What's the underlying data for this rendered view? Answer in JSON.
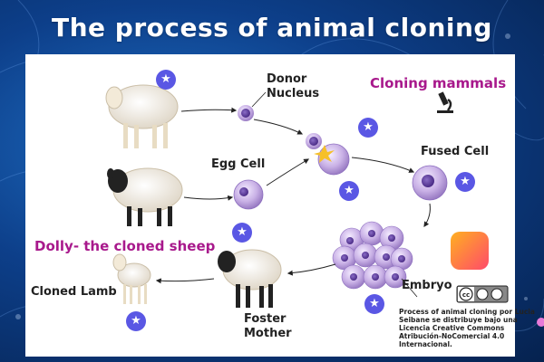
{
  "title": "The process of animal cloning",
  "labels": {
    "donor_nucleus": "Donor\nNucleus",
    "cloning_mammals": "Cloning mammals",
    "egg_cell": "Egg Cell",
    "fused_cell": "Fused Cell",
    "dolly": "Dolly- the cloned sheep",
    "cloned_lamb": "Cloned Lamb",
    "foster_mother": "Foster\nMother",
    "embryo": "Embryo"
  },
  "license": {
    "text": "Process of animal cloning por Lucia Seibane se distribuye bajo una Licencia Creative Commons Atribución-NoComercial 4.0 Internacional."
  },
  "colors": {
    "accent_pink": "#a8198c",
    "star_button": "#5a57e4",
    "cell_purple": "#b9a0d8",
    "background_blue": "#0d3f8a"
  },
  "icons": {
    "star": "★",
    "microscope": "microscope-icon",
    "science": "atom-icon"
  }
}
